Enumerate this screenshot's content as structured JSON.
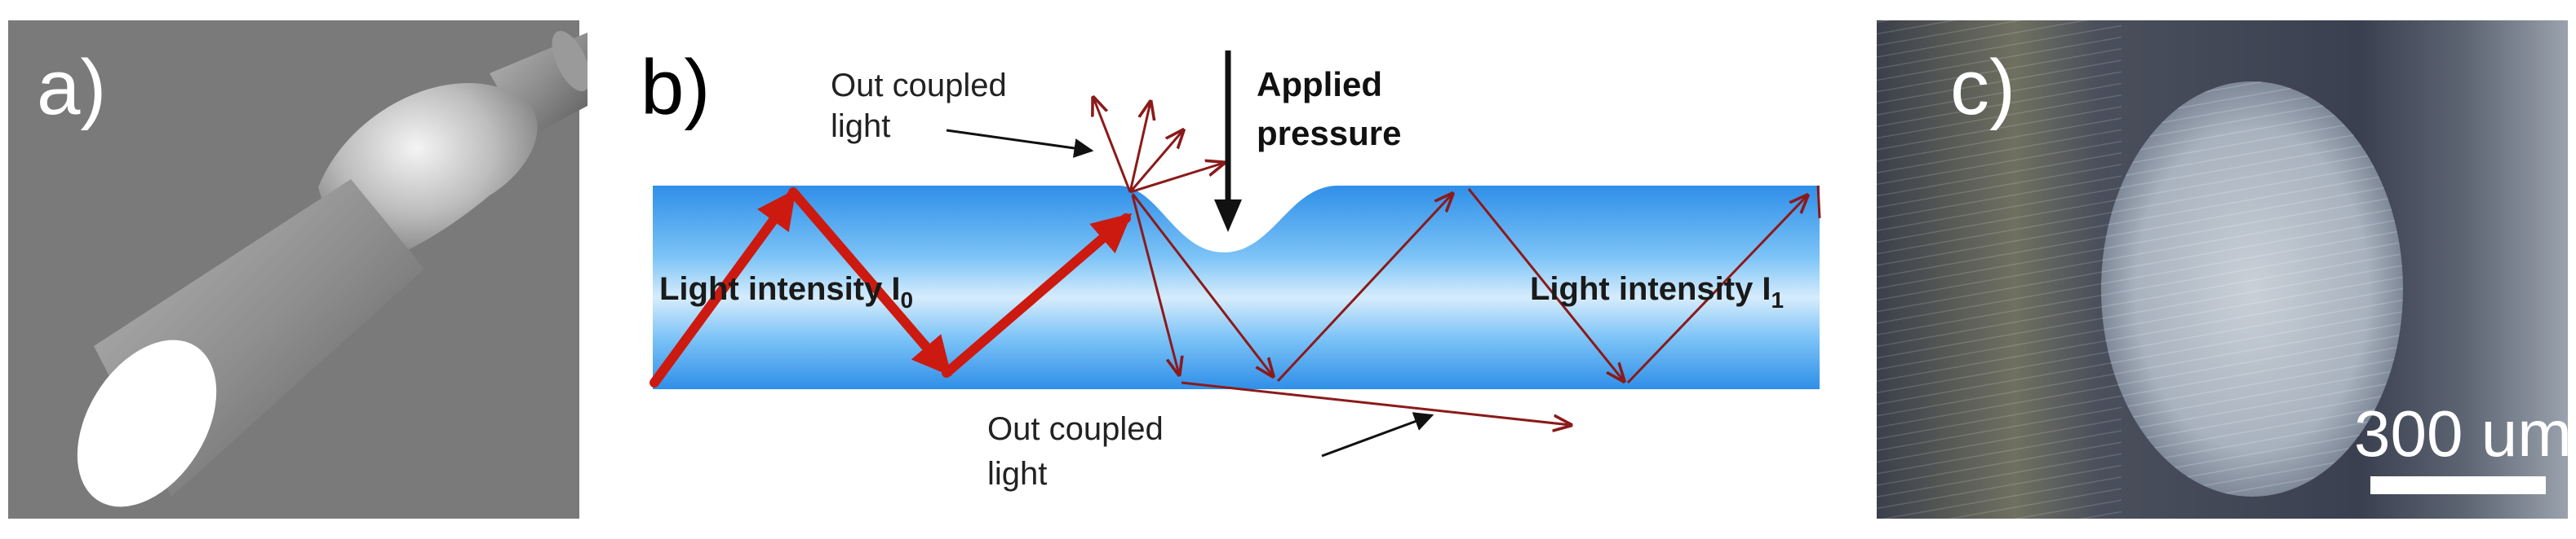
{
  "panel_a": {
    "label": "a)"
  },
  "panel_b": {
    "label": "b)",
    "out_coupled_top": {
      "line1": "Out coupled",
      "line2": "light"
    },
    "applied_pressure": {
      "line1": "Applied",
      "line2": "pressure"
    },
    "light_intensity_left": {
      "text": "Light intensity I",
      "subscript": "0"
    },
    "light_intensity_right": {
      "text": "Light intensity I",
      "subscript": "1"
    },
    "out_coupled_bottom": {
      "line1": "Out coupled",
      "line2": "light"
    }
  },
  "panel_c": {
    "label": "c)",
    "scale_bar": "300 um"
  },
  "colors": {
    "waveguide": "#3a9ff0",
    "ray": "#cc1a10",
    "thin_ray": "#8b1a1a",
    "background_a": "#7a7a7a"
  }
}
